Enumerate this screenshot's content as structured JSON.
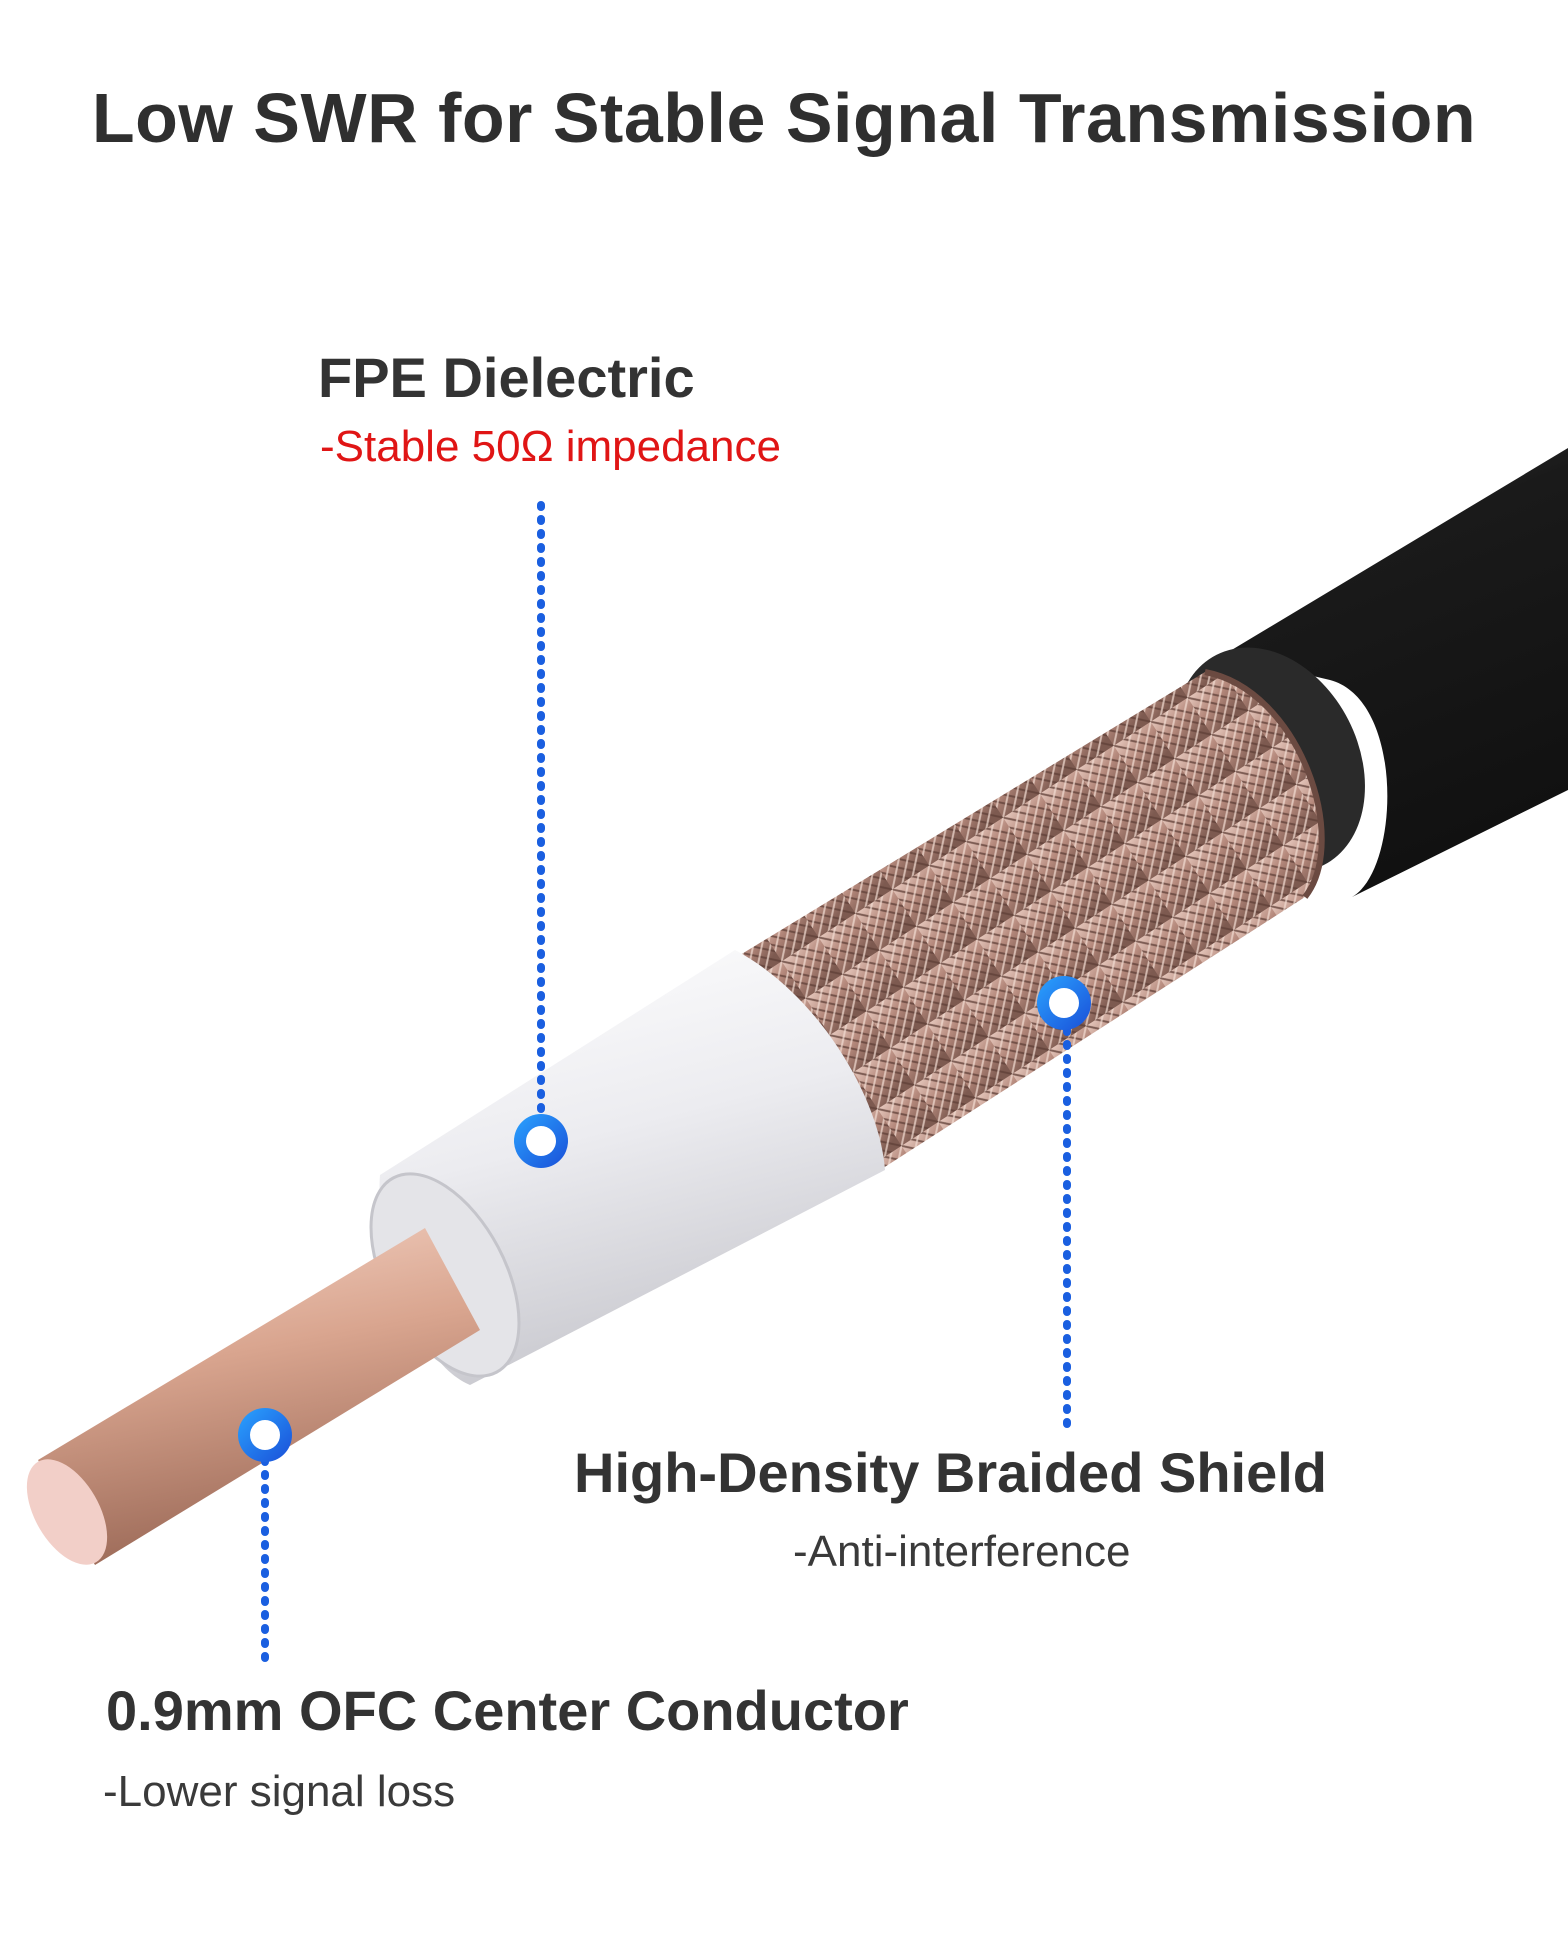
{
  "title": "Low SWR for Stable Signal Transmission",
  "callouts": {
    "dielectric": {
      "heading": "FPE Dielectric",
      "sub": "-Stable 50Ω impedance"
    },
    "shield": {
      "heading": "High-Density Braided Shield",
      "sub": "-Anti-interference"
    },
    "conductor": {
      "heading": "0.9mm OFC Center Conductor",
      "sub": "-Lower signal loss"
    }
  },
  "colors": {
    "accent_line": "#1a5fe0",
    "highlight_text": "#e01515",
    "jacket": "#1c1c1c",
    "braid": "#b58c7f",
    "dielectric": "#ececf0",
    "copper": "#d9a58f"
  },
  "icons": [
    "callout-marker-icon"
  ]
}
